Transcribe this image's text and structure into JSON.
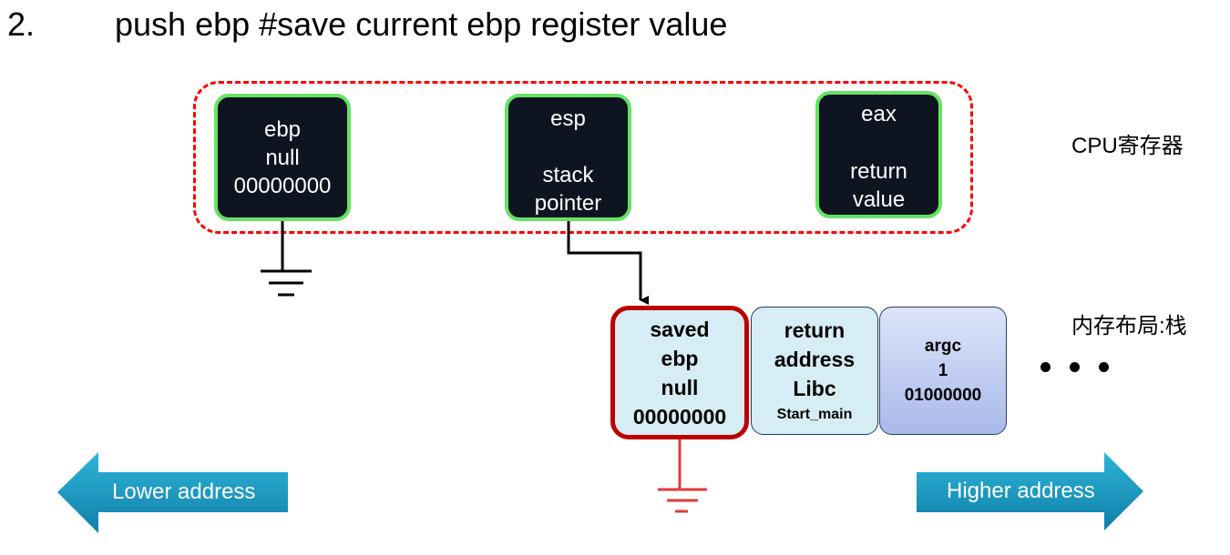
{
  "title": {
    "number": "2.",
    "text": "push ebp #save current ebp register value"
  },
  "registers": {
    "ebp": {
      "lines": [
        "ebp",
        "null",
        "00000000"
      ]
    },
    "esp": {
      "name": "esp",
      "lines": [
        "stack",
        "pointer"
      ]
    },
    "eax": {
      "name": "eax",
      "lines": [
        "return",
        "value"
      ]
    }
  },
  "labels": {
    "cpu": "CPU寄存器",
    "memory": "内存布局:栈"
  },
  "stack": {
    "saved_ebp": {
      "lines": [
        "saved",
        "ebp",
        "null",
        "00000000"
      ]
    },
    "return_address": {
      "lines": [
        "return",
        "address",
        "Libc"
      ],
      "sub": "Start_main"
    },
    "argc": {
      "lines": [
        "argc",
        "1",
        "01000000"
      ]
    }
  },
  "address_arrows": {
    "lower": "Lower address",
    "higher": "Higher address"
  },
  "colors": {
    "register_fill": "#0e1521",
    "register_border": "#66e266",
    "cpu_group_border": "#ff0000",
    "saved_ebp_border": "#c00000",
    "stack_cell_fill": "#d6edf5",
    "arrow_fill": "#1e95bd"
  }
}
